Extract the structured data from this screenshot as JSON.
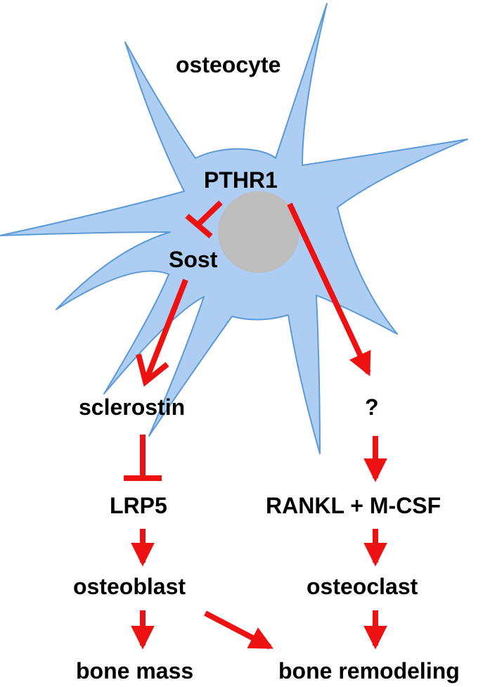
{
  "colors": {
    "cell_fill": "#aecdf3",
    "cell_stroke": "#5b9ad6",
    "nucleus": "#bdbdbd",
    "arrow": "#ee1111",
    "text": "#000000"
  },
  "labels": {
    "cell": "osteocyte",
    "receptor": "PTHR1",
    "gene": "Sost",
    "protein": "sclerostin",
    "unknown": "?",
    "coreceptor": "LRP5",
    "factors": "RANKL + M-CSF",
    "osteoblast": "osteoblast",
    "osteoclast": "osteoclast",
    "bone_mass": "bone mass",
    "bone_remodeling": "bone remodeling"
  },
  "relations": [
    {
      "from": "PTHR1",
      "to": "Sost",
      "type": "inhibits"
    },
    {
      "from": "PTHR1",
      "to": "?",
      "type": "activates"
    },
    {
      "from": "Sost",
      "to": "sclerostin",
      "type": "activates"
    },
    {
      "from": "sclerostin",
      "to": "LRP5",
      "type": "inhibits"
    },
    {
      "from": "?",
      "to": "RANKL + M-CSF",
      "type": "activates"
    },
    {
      "from": "LRP5",
      "to": "osteoblast",
      "type": "activates"
    },
    {
      "from": "RANKL + M-CSF",
      "to": "osteoclast",
      "type": "activates"
    },
    {
      "from": "osteoblast",
      "to": "bone mass",
      "type": "activates"
    },
    {
      "from": "osteoblast",
      "to": "bone remodeling",
      "type": "activates"
    },
    {
      "from": "osteoclast",
      "to": "bone remodeling",
      "type": "activates"
    }
  ]
}
